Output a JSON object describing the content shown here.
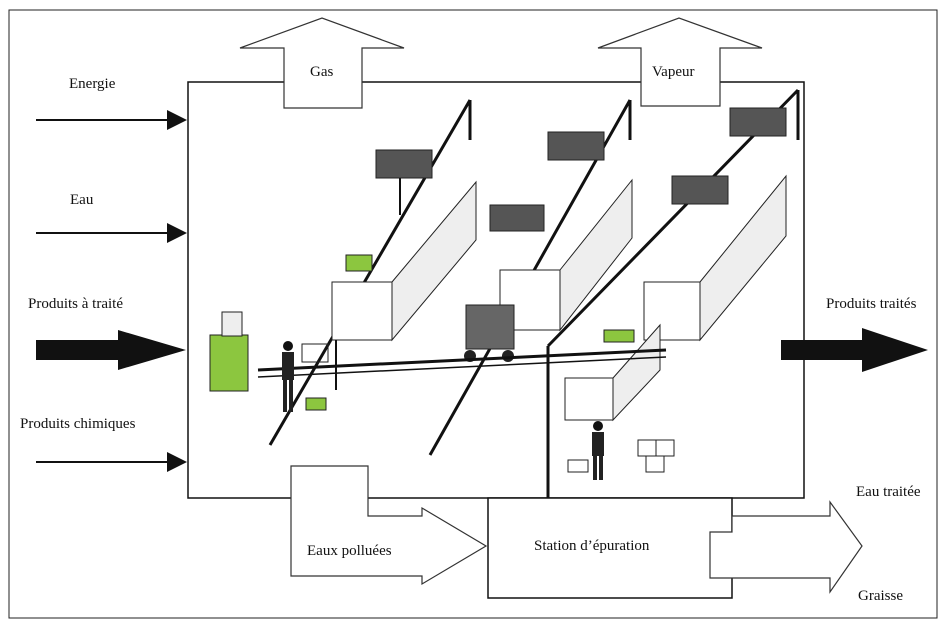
{
  "labels": {
    "energie": "Energie",
    "eau": "Eau",
    "produits_a_traiter": "Produits à traité",
    "produits_chimiques": "Produits chimiques",
    "gas": "Gas",
    "vapeur": "Vapeur",
    "produits_traites": "Produits traités",
    "eau_traitee": "Eau traitée",
    "eaux_polluees": "Eaux polluées",
    "station_epuration": "Station d’épuration",
    "graisse": "Graisse"
  },
  "colors": {
    "line": "#111111",
    "tank_green": "#8cc63f",
    "machine_gray": "#555555",
    "panel_white": "#ffffff"
  },
  "icons": [
    "worker-icon",
    "cart-icon",
    "control-console-icon",
    "hoist-icon",
    "box-stack-icon"
  ]
}
